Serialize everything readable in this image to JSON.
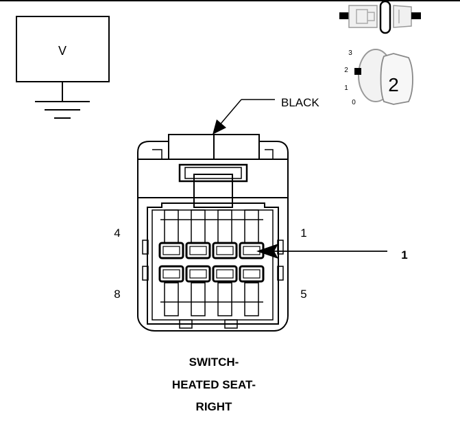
{
  "voltmeter": {
    "label": "V"
  },
  "callout": {
    "color_label": "BLACK",
    "pin_callout": "1"
  },
  "pin_labels": {
    "top_left": "4",
    "top_right": "1",
    "bottom_left": "8",
    "bottom_right": "5"
  },
  "selector": {
    "positions": [
      "3",
      "2",
      "1",
      "0"
    ],
    "setting": "2"
  },
  "caption": {
    "line1": "SWITCH-",
    "line2": "HEATED SEAT-",
    "line3": "RIGHT"
  },
  "colors": {
    "ink": "#000000",
    "background": "#ffffff"
  }
}
